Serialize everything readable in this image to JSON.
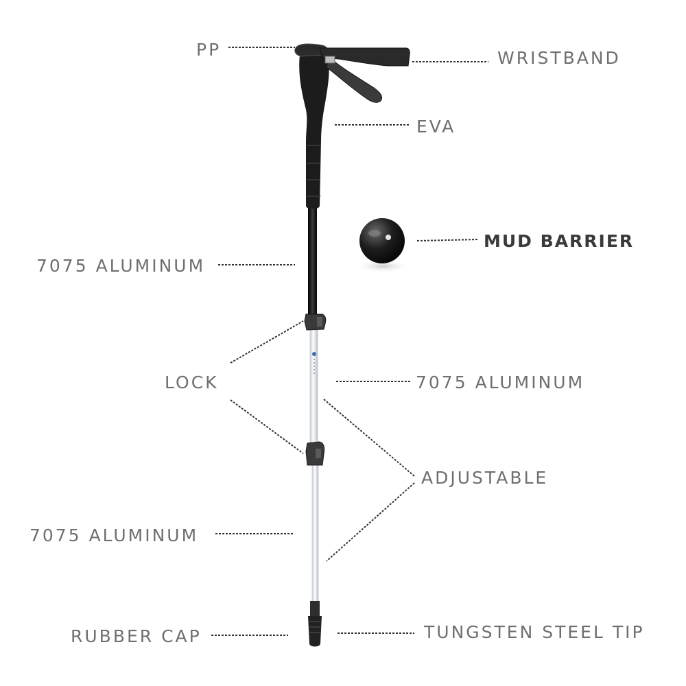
{
  "labels": {
    "pp": "PP",
    "wristband": "WRISTBAND",
    "eva": "EVA",
    "mud_barrier": "MUD BARRIER",
    "aluminum_upper": "7075 ALUMINUM",
    "lock": "LOCK",
    "aluminum_middle": "7075 ALUMINUM",
    "adjustable": "ADJUSTABLE",
    "aluminum_lower": "7075 ALUMINUM",
    "rubber_cap": "RUBBER CAP",
    "tungsten_tip": "TUNGSTEN STEEL TIP"
  },
  "colors": {
    "label_text": "#6f6f6f",
    "label_emphasis": "#3a3a3a",
    "leader_line": "#333333",
    "grip": "#1a1a1a",
    "upper_shaft": "#111111",
    "lower_shaft": "#e9edf3"
  }
}
